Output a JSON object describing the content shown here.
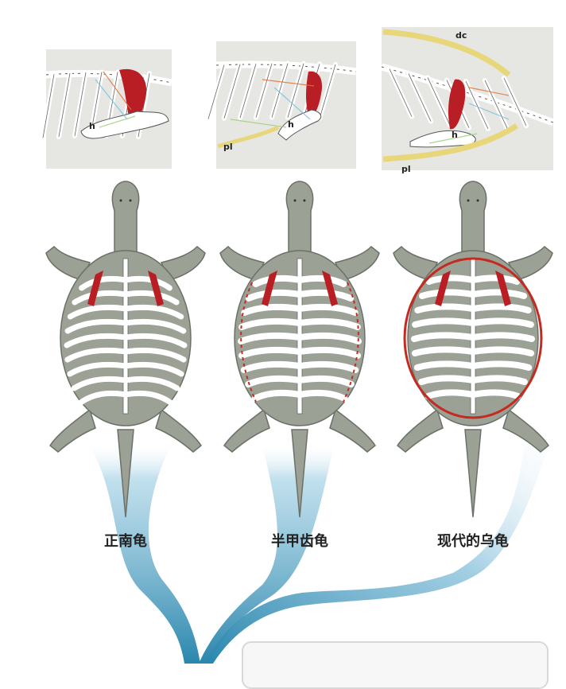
{
  "species": [
    {
      "label": "正南龟"
    },
    {
      "label": "半甲齿龟"
    },
    {
      "label": "现代的乌龟"
    }
  ],
  "panel_labels": {
    "panel1_h": "h",
    "panel2_h": "h",
    "panel2_pl": "pl",
    "panel3_dc": "dc",
    "panel3_h": "h",
    "panel3_pl": "pl"
  },
  "colors": {
    "body": "#9ca196",
    "body_stroke": "#6c7168",
    "bone": "#ffffff",
    "muscle": "#b81e24",
    "shell_outline": "#c42a1f",
    "plastron": "#e8d77a",
    "tree": "#5aa7c9",
    "panel_bg": "#e6e6e3"
  }
}
